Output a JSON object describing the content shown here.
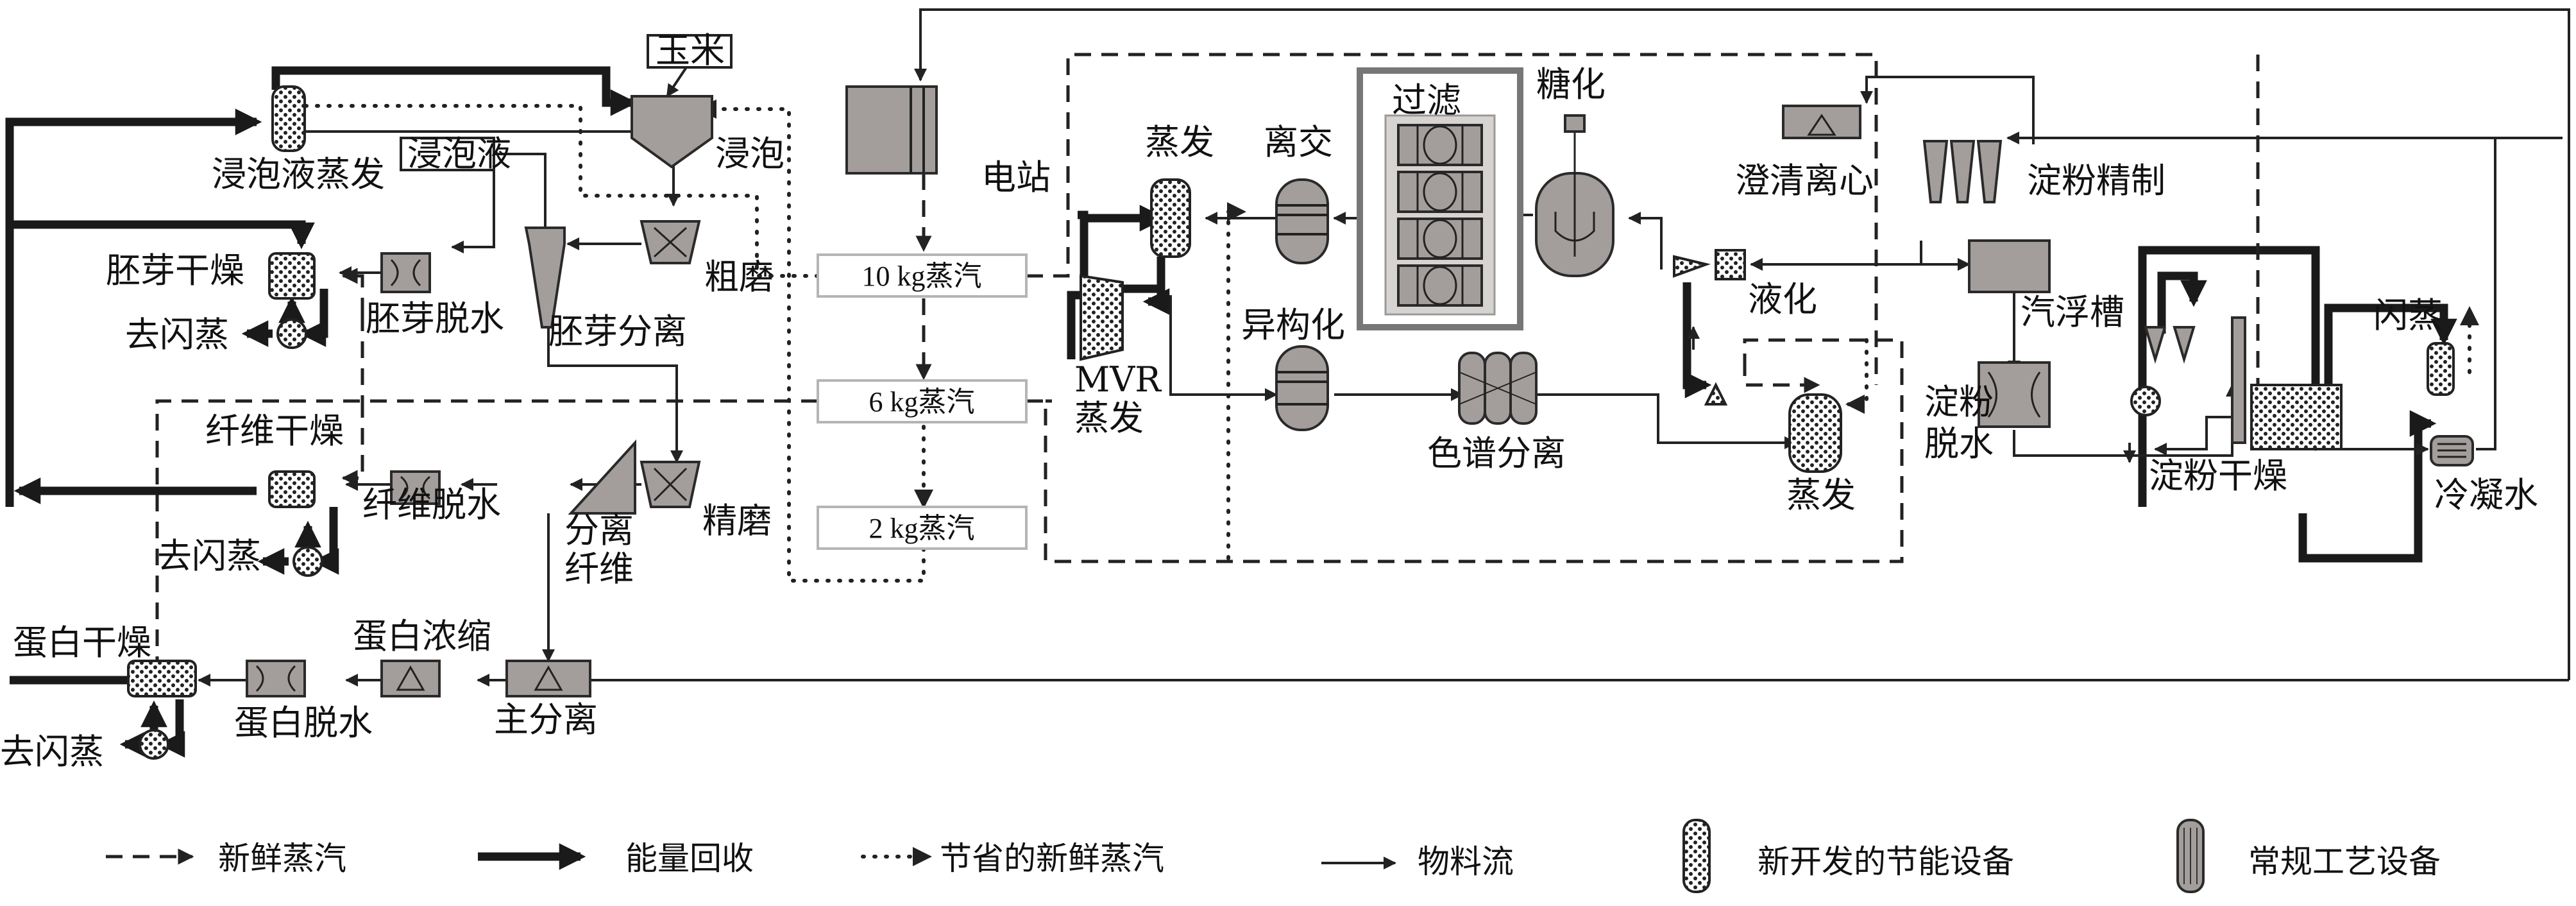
{
  "title": "Corn starch processing energy integration flow diagram",
  "inputs": {
    "corn": "玉米",
    "steep_liquor": "浸泡液"
  },
  "steam_levels": [
    {
      "label": "10 kg蒸汽",
      "pressure": "10 kg"
    },
    {
      "label": "6 kg蒸汽",
      "pressure": "6 kg"
    },
    {
      "label": "2 kg蒸汽",
      "pressure": "2 kg"
    }
  ],
  "units": {
    "steep_evap": "浸泡液蒸发",
    "steeping": "浸泡",
    "power_station": "电站",
    "coarse_grind": "粗磨",
    "germ_sep": "胚芽分离",
    "germ_dewater": "胚芽脱水",
    "germ_dry": "胚芽干燥",
    "to_flash_1": "去闪蒸",
    "fiber_dry": "纤维干燥",
    "fiber_dewater": "纤维脱水",
    "fiber_sep_1": "分离",
    "fiber_sep_2": "纤维",
    "fine_grind": "精磨",
    "to_flash_2": "去闪蒸",
    "protein_dry": "蛋白干燥",
    "protein_conc": "蛋白浓缩",
    "protein_dewater": "蛋白脱水",
    "main_sep": "主分离",
    "to_flash_3": "去闪蒸",
    "mvr_1": "MVR",
    "mvr_2": "蒸发",
    "evap_top": "蒸发",
    "ion_exchange": "离交",
    "filtration": "过滤",
    "saccharification": "糖化",
    "isomerization": "异构化",
    "chromatography": "色谱分离",
    "liquefaction": "液化",
    "evap_bottom": "蒸发",
    "clarify_centrifuge": "澄清离心",
    "starch_refine": "淀粉精制",
    "flotation_tank": "汽浮槽",
    "starch_dewater_1": "淀粉",
    "starch_dewater_2": "脱水",
    "starch_dry": "淀粉干燥",
    "flash": "闪蒸",
    "condensate": "冷凝水"
  },
  "legend": [
    {
      "icon": "dashed-arrow-icon",
      "label": "新鲜蒸汽"
    },
    {
      "icon": "thick-arrow-icon",
      "label": "能量回收"
    },
    {
      "icon": "dotted-arrow-icon",
      "label": "节省的新鲜蒸汽"
    },
    {
      "icon": "thin-arrow-icon",
      "label": "物料流"
    },
    {
      "icon": "dotted-vessel-icon",
      "label": "新开发的节能设备"
    },
    {
      "icon": "striped-vessel-icon",
      "label": "常规工艺设备"
    }
  ],
  "colors": {
    "equipment_fill": "#a39e9c",
    "line": "#222222",
    "steam_box_border": "#b5b5b5",
    "filter_frame": "#777777"
  }
}
